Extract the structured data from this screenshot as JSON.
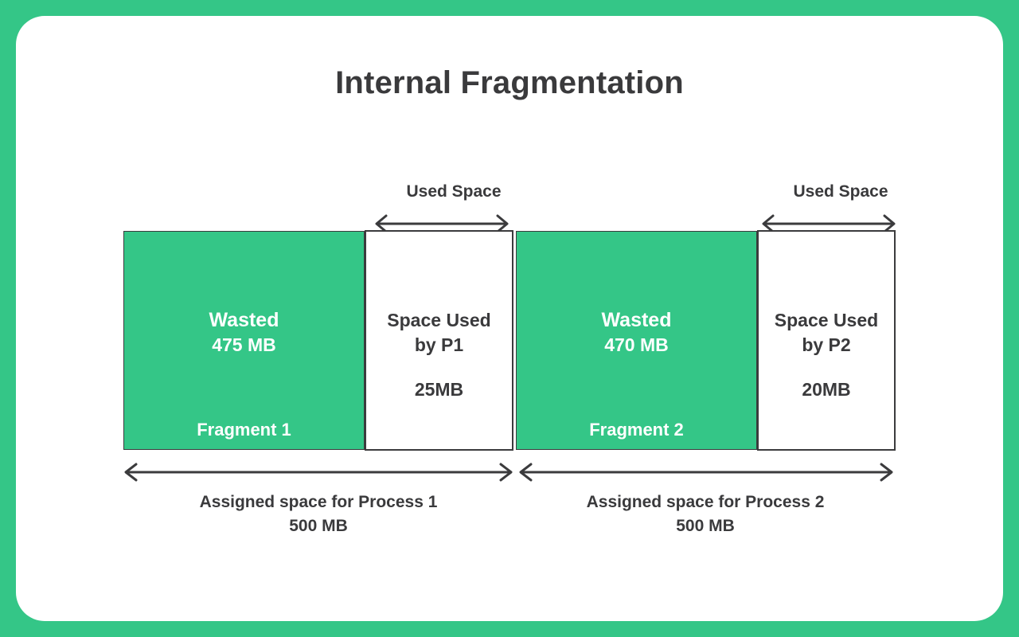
{
  "page": {
    "title": "Internal Fragmentation",
    "background_color": "#34C687",
    "card_color": "#ffffff",
    "text_color": "#3a3a3c"
  },
  "diagram": {
    "type": "memory-allocation-diagram",
    "top_labels": [
      {
        "text": "Used Space"
      },
      {
        "text": "Used Space"
      }
    ],
    "processes": [
      {
        "wasted_title": "Wasted",
        "wasted_size": "475 MB",
        "fragment_label": "Fragment 1",
        "used_title": "Space Used\nby P1",
        "used_title_line1": "Space Used",
        "used_title_line2": "by P1",
        "used_size": "25MB",
        "assigned_line1": "Assigned space for Process 1",
        "assigned_line2": "500 MB"
      },
      {
        "wasted_title": "Wasted",
        "wasted_size": "470 MB",
        "fragment_label": "Fragment 2",
        "used_title": "Space Used\nby P2",
        "used_title_line1": "Space Used",
        "used_title_line2": "by P2",
        "used_size": "20MB",
        "assigned_line1": "Assigned space for Process 2",
        "assigned_line2": "500 MB"
      }
    ]
  }
}
